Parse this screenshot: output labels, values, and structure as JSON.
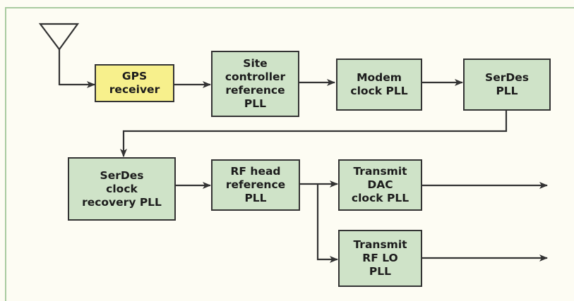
{
  "colors": {
    "background": "#fdfcf3",
    "frame_border": "#a9cba0",
    "block_fill": "#cfe3c8",
    "gps_fill": "#f7f08c",
    "line": "#333333"
  },
  "icons": {
    "antenna": "antenna-icon"
  },
  "blocks": {
    "gps_receiver": "GPS\nreceiver",
    "site_controller": "Site\ncontroller\nreference\nPLL",
    "modem_clock": "Modem\nclock PLL",
    "serdes_pll": "SerDes\nPLL",
    "serdes_clock_recovery": "SerDes\nclock\nrecovery PLL",
    "rf_head_reference": "RF head\nreference\nPLL",
    "transmit_dac": "Transmit\nDAC\nclock PLL",
    "transmit_rf_lo": "Transmit\nRF LO\nPLL"
  }
}
